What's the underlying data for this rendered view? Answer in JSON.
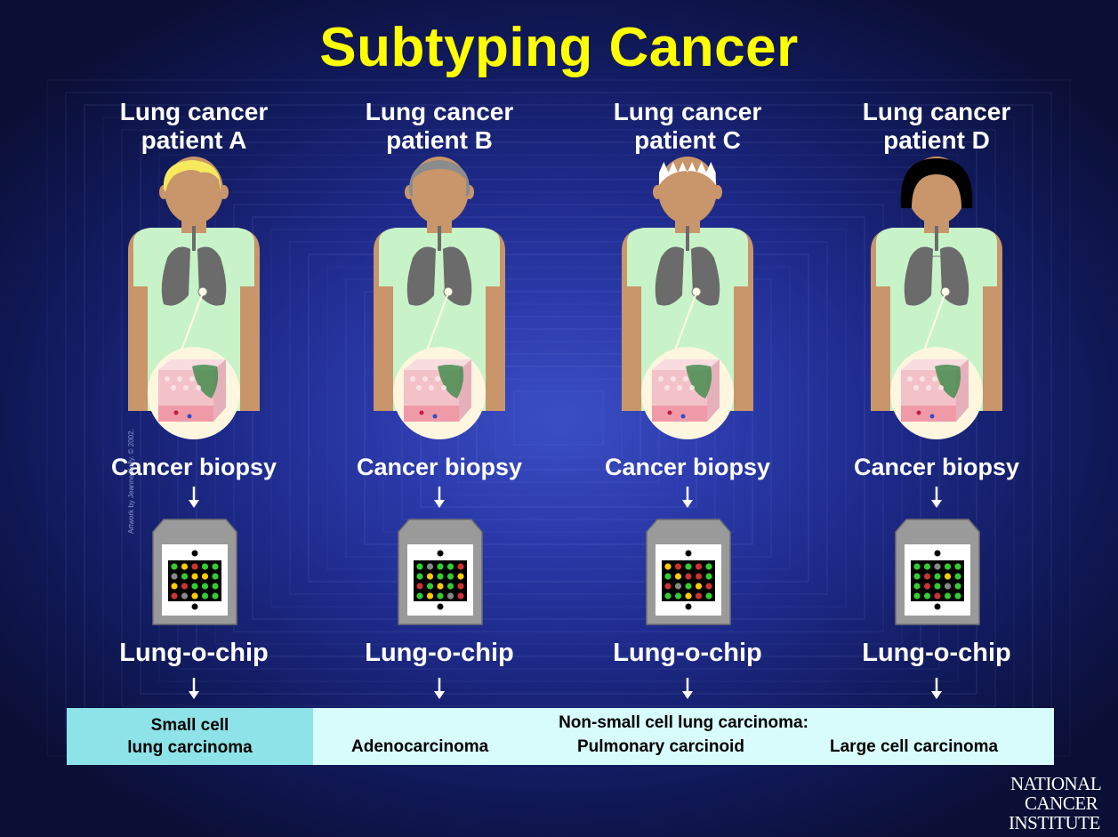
{
  "slide": {
    "title": "Subtyping Cancer",
    "credit": "Artwork by Jeanne Kelly. © 2002.",
    "patients": [
      {
        "label_line1": "Lung cancer",
        "label_line2": "patient A",
        "hair_color": "#f6ea5c",
        "biopsy_label": "Cancer biopsy",
        "chip_label": "Lung-o-chip"
      },
      {
        "label_line1": "Lung cancer",
        "label_line2": "patient B",
        "hair_color": "#8c8c8c",
        "biopsy_label": "Cancer biopsy",
        "chip_label": "Lung-o-chip"
      },
      {
        "label_line1": "Lung cancer",
        "label_line2": "patient C",
        "hair_color": "#ffffff",
        "biopsy_label": "Cancer biopsy",
        "chip_label": "Lung-o-chip"
      },
      {
        "label_line1": "Lung cancer",
        "label_line2": "patient D",
        "hair_color": "#000000",
        "biopsy_label": "Cancer biopsy",
        "chip_label": "Lung-o-chip"
      }
    ],
    "classification": {
      "small_cell_line1": "Small cell",
      "small_cell_line2": "lung carcinoma",
      "non_small_header": "Non-small cell lung carcinoma:",
      "subtypes": [
        "Adenocarcinoma",
        "Pulmonary carcinoid",
        "Large cell carcinoma"
      ]
    },
    "logo": {
      "line1": "NATIONAL",
      "line2": "CANCER",
      "line3": "INSTITUTE"
    },
    "colors": {
      "title": "#ffff00",
      "small_cell_bg": "#8de3e8",
      "non_small_bg": "#d8fbfb",
      "skin": "#c9956a",
      "shirt": "#c8f3c8",
      "lung": "#6b6b6b"
    }
  }
}
